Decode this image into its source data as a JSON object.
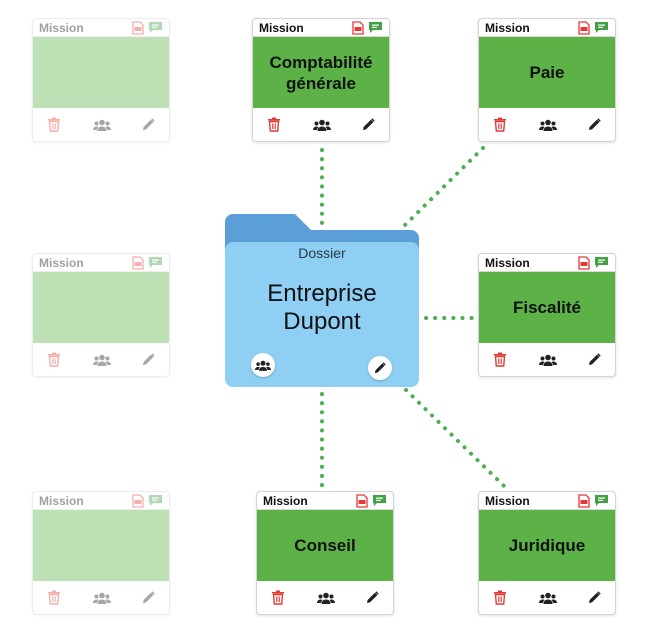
{
  "folder": {
    "label": "Dossier",
    "name_line1": "Entreprise",
    "name_line2": "Dupont"
  },
  "cards": {
    "top_left": {
      "title": "Mission",
      "body_line1": "",
      "body_line2": ""
    },
    "top_center": {
      "title": "Mission",
      "body_line1": "Comptabilité",
      "body_line2": "générale"
    },
    "top_right": {
      "title": "Mission",
      "body_line1": "Paie",
      "body_line2": ""
    },
    "mid_left": {
      "title": "Mission",
      "body_line1": "",
      "body_line2": ""
    },
    "mid_right": {
      "title": "Mission",
      "body_line1": "Fiscalité",
      "body_line2": ""
    },
    "bottom_left": {
      "title": "Mission",
      "body_line1": "",
      "body_line2": ""
    },
    "bottom_center": {
      "title": "Mission",
      "body_line1": "Conseil",
      "body_line2": ""
    },
    "bottom_right": {
      "title": "Mission",
      "body_line1": "Juridique",
      "body_line2": ""
    }
  },
  "colors": {
    "mission_green": "#5cb247",
    "folder_blue": "#8ecff3",
    "folder_tab": "#5a9fd8",
    "connector_dots": "#4caf50",
    "delete_red": "#e53935",
    "pdf_red": "#e53935",
    "comment_green": "#43a047"
  },
  "icons": [
    "pdf-icon",
    "comment-icon",
    "trash-icon",
    "users-icon",
    "pencil-icon"
  ]
}
